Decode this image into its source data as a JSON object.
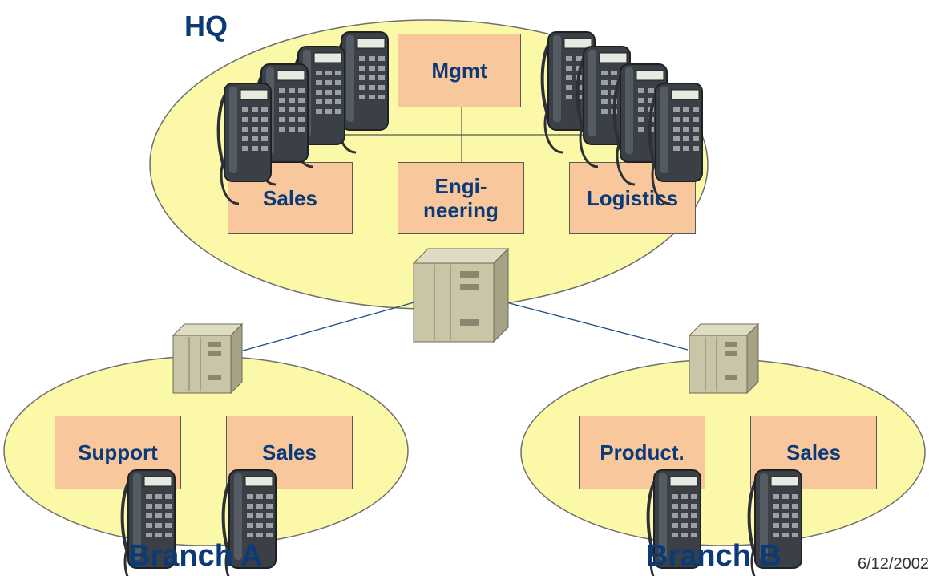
{
  "sites": {
    "hq": {
      "label": "HQ"
    },
    "branch_a": {
      "label": "Branch A"
    },
    "branch_b": {
      "label": "Branch B"
    }
  },
  "departments": {
    "mgmt": "Mgmt",
    "hq_sales": "Sales",
    "engineering_line1": "Engi-",
    "engineering_line2": "neering",
    "logistics": "Logistics",
    "support": "Support",
    "branch_a_sales": "Sales",
    "product": "Product.",
    "branch_b_sales": "Sales"
  },
  "footer": {
    "date": "6/12/2002"
  },
  "colors": {
    "ellipse_fill": "#fbf8a8",
    "box_fill": "#f9c79c",
    "label_text": "#0b3a78",
    "server": "#c9c5a7",
    "phone": "#3b4046"
  },
  "icons": [
    "phone-icon",
    "server-icon"
  ]
}
